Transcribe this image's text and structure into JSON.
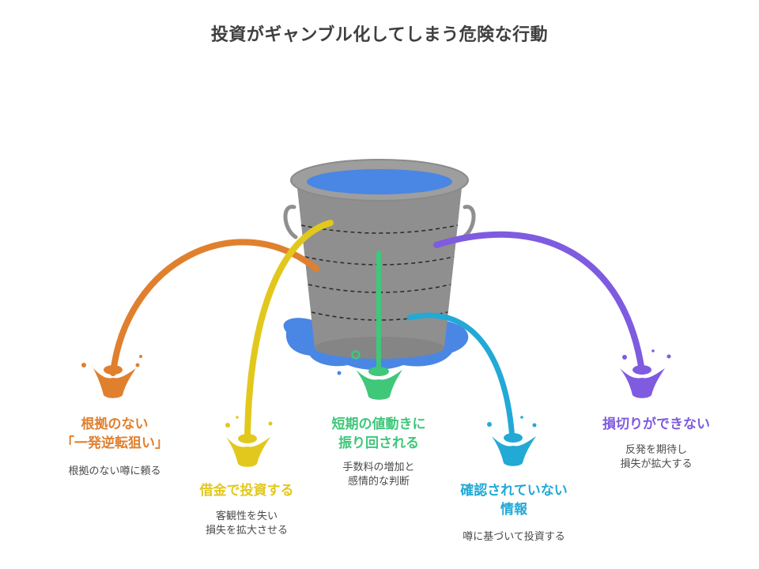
{
  "title": "投資がギャンブル化してしまう危険な行動",
  "colors": {
    "orange": "#E0802E",
    "yellow": "#E2C81C",
    "green": "#3FC77A",
    "cyan": "#22A9D6",
    "purple": "#7F5BE0",
    "bucket": "#8F8F8F",
    "water": "#4A86E4"
  },
  "items": [
    {
      "label_lines": [
        "根拠のない",
        "「一発逆転狙い」"
      ],
      "desc_lines": [
        "根拠のない噂に頼る"
      ]
    },
    {
      "label_lines": [
        "借金で投資する"
      ],
      "desc_lines": [
        "客観性を失い",
        "損失を拡大させる"
      ]
    },
    {
      "label_lines": [
        "短期の値動きに",
        "振り回される"
      ],
      "desc_lines": [
        "手数料の増加と",
        "感情的な判断"
      ]
    },
    {
      "label_lines": [
        "確認されていない",
        "情報"
      ],
      "desc_lines": [
        "噂に基づいて投資する"
      ]
    },
    {
      "label_lines": [
        "損切りができない"
      ],
      "desc_lines": [
        "反発を期待し",
        "損失が拡大する"
      ]
    }
  ]
}
